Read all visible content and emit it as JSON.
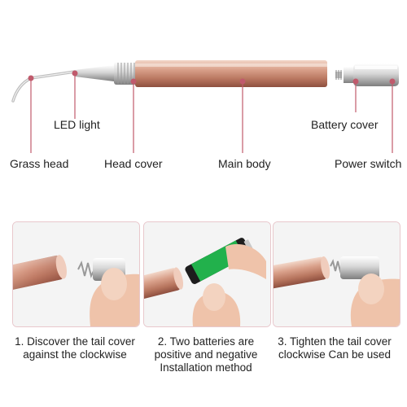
{
  "colors": {
    "accent": "#c05a6c",
    "copper_light": "#ecc8b6",
    "copper_mid": "#d29a86",
    "copper_dark": "#9c5c4c",
    "silver_light": "#f4f4f4",
    "silver_dark": "#8c8c8c",
    "skin": "#efc3aa",
    "battery_green": "#22b14c"
  },
  "labels": {
    "led_light": "LED light",
    "battery_cover": "Battery cover",
    "grass_head": "Grass head",
    "head_cover": "Head cover",
    "main_body": "Main body",
    "power_switch": "Power switch"
  },
  "steps": [
    {
      "line1": "1. Discover the tail cover",
      "line2": "against the clockwise",
      "line3": ""
    },
    {
      "line1": "2. Two batteries are",
      "line2": "positive and negative",
      "line3": "Installation method"
    },
    {
      "line1": "3. Tighten the tail cover",
      "line2": "clockwise Can be used",
      "line3": ""
    }
  ]
}
